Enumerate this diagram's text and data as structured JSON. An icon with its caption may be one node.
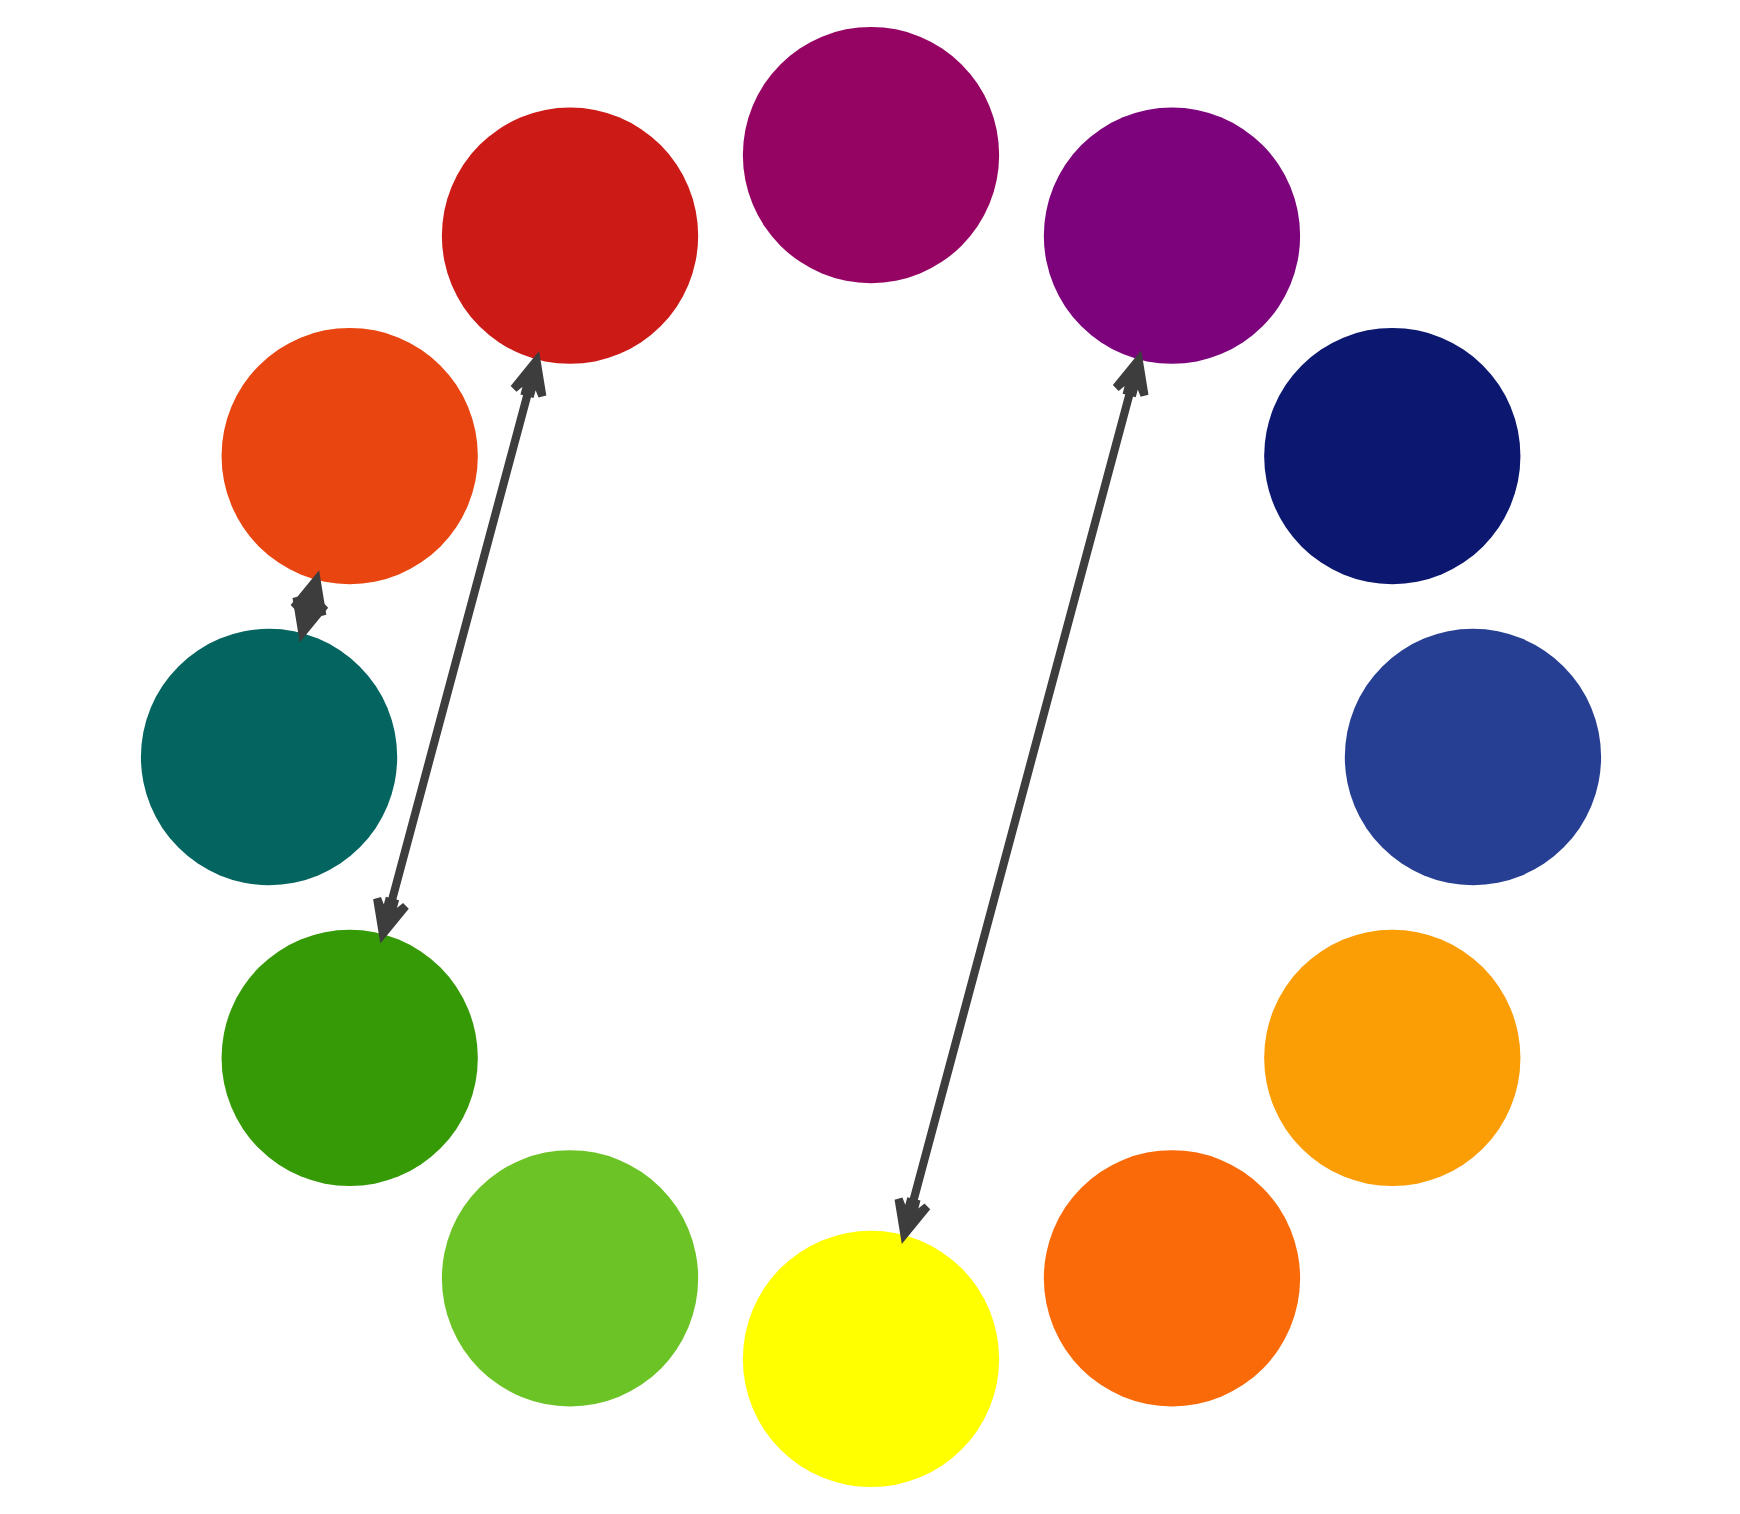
{
  "diagram": {
    "nodes": [
      {
        "text": [],
        "shape": "circle"
      },
      {
        "text": [],
        "shape": "circle"
      },
      {
        "text": [],
        "shape": "circle"
      },
      {
        "text": [],
        "shape": "circle"
      },
      {
        "text": [],
        "shape": "circle"
      },
      {
        "text": [],
        "shape": "circle"
      },
      {
        "text": [],
        "shape": "circle"
      },
      {
        "text": [],
        "shape": "circle"
      },
      {
        "text": [],
        "shape": "circle"
      },
      {
        "text": [],
        "shape": "circle"
      },
      {
        "text": [],
        "shape": "circle"
      },
      {
        "text": [],
        "shape": "circle"
      }
    ],
    "edges": [
      {
        "from": 0,
        "to": 11,
        "arrow": "both"
      },
      {
        "from": 6,
        "to": 5,
        "arrow": "both"
      },
      {
        "from": 4,
        "to": 7,
        "arrow": "both"
      }
    ]
  }
}
